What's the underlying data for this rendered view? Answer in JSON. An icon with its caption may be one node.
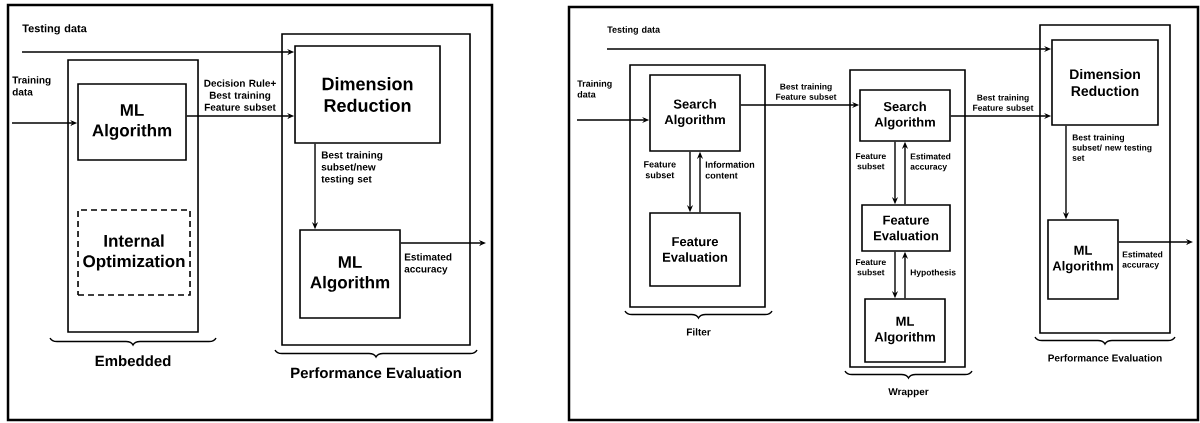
{
  "diagram": {
    "nodes": [
      {
        "text": [
          "Testing data"
        ]
      },
      {
        "text": [
          "Training data"
        ]
      },
      {
        "text": [
          "Embedded"
        ]
      },
      {
        "text": [
          "ML Algorithm"
        ],
        "in": 2
      },
      {
        "text": [
          "Internal Optimization"
        ],
        "in": 2
      },
      {
        "text": [
          "Performance Evaluation"
        ]
      },
      {
        "text": [
          "Dimension Reduction"
        ],
        "in": 5
      },
      {
        "text": [
          "ML Algorithm"
        ],
        "in": 5
      },
      {
        "text": [
          "Testing data"
        ]
      },
      {
        "text": [
          "Training data"
        ]
      },
      {
        "text": [
          "Filter"
        ]
      },
      {
        "text": [
          "Search Algorithm"
        ],
        "in": 10
      },
      {
        "text": [
          "Feature Evaluation"
        ],
        "in": 10
      },
      {
        "text": [
          "Wrapper"
        ]
      },
      {
        "text": [
          "Search Algorithm"
        ],
        "in": 13
      },
      {
        "text": [
          "Feature Evaluation"
        ],
        "in": 13
      },
      {
        "text": [
          "ML Algorithm"
        ],
        "in": 13
      },
      {
        "text": [
          "Performance Evaluation"
        ]
      },
      {
        "text": [
          "Dimension Reduction"
        ],
        "in": 17
      },
      {
        "text": [
          "ML Algorithm"
        ],
        "in": 17
      }
    ],
    "edges": [
      {
        "from": 0,
        "to": 6,
        "arrow": "to"
      },
      {
        "from": 1,
        "to": 3,
        "arrow": "to"
      },
      {
        "from": 3,
        "to": 6,
        "arrow": "to",
        "label": "Decision Rule+ Best training Feature subset"
      },
      {
        "from": 6,
        "to": 7,
        "arrow": "to",
        "label": "Best training subset/new testing set"
      },
      {
        "from": 7,
        "to": null,
        "arrow": "to",
        "label": "Estimated accuracy"
      },
      {
        "from": 8,
        "to": 18,
        "arrow": "to"
      },
      {
        "from": 9,
        "to": 11,
        "arrow": "to"
      },
      {
        "from": 11,
        "to": 12,
        "arrow": "to",
        "label": "Feature subset"
      },
      {
        "from": 12,
        "to": 11,
        "arrow": "to",
        "label": "Information content"
      },
      {
        "from": 11,
        "to": 14,
        "arrow": "to",
        "label": "Best training Feature subset"
      },
      {
        "from": 14,
        "to": 15,
        "arrow": "to",
        "label": "Feature subset"
      },
      {
        "from": 15,
        "to": 14,
        "arrow": "to",
        "label": "Estimated accuracy"
      },
      {
        "from": 15,
        "to": 16,
        "arrow": "to",
        "label": "Feature subset"
      },
      {
        "from": 16,
        "to": 15,
        "arrow": "to",
        "label": "Hypothesis"
      },
      {
        "from": 14,
        "to": 18,
        "arrow": "to",
        "label": "Best training Feature subset"
      },
      {
        "from": 18,
        "to": 19,
        "arrow": "to",
        "label": "Best training subset/ new testing set"
      },
      {
        "from": 19,
        "to": null,
        "arrow": "to",
        "label": "Estimated accuracy"
      }
    ]
  }
}
